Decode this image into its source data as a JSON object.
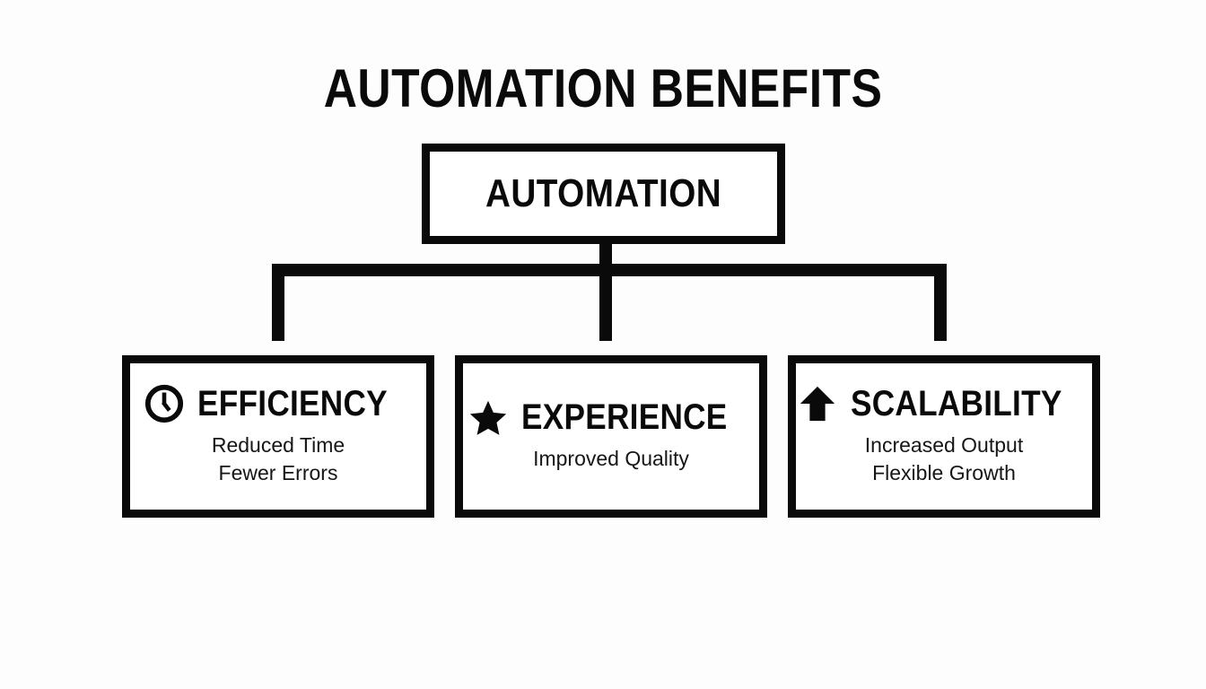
{
  "diagram": {
    "title": "AUTOMATION BENEFITS",
    "background_color": "#fdfdfd",
    "ink_color": "#0a0a0a",
    "root": {
      "label": "AUTOMATION"
    },
    "children": [
      {
        "icon": "clock-icon",
        "title": "EFFICIENCY",
        "lines": [
          "Reduced Time",
          "Fewer Errors"
        ]
      },
      {
        "icon": "star-icon",
        "title": "EXPERIENCE",
        "lines": [
          "Improved Quality"
        ]
      },
      {
        "icon": "up-arrow-icon",
        "title": "SCALABILITY",
        "lines": [
          "Increased Output",
          "Flexible Growth"
        ]
      }
    ]
  }
}
